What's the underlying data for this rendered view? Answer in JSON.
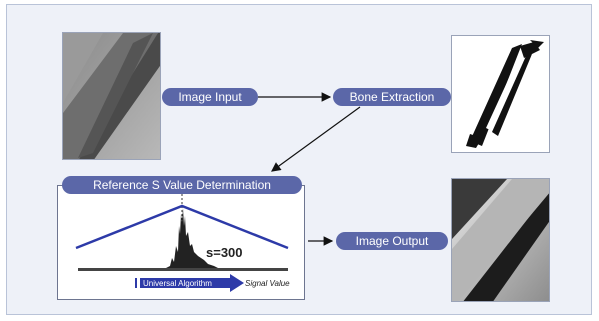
{
  "nodes": {
    "image_input": "Image Input",
    "bone_extraction": "Bone Extraction",
    "reference_s": "Reference S Value Determination",
    "image_output": "Image Output"
  },
  "histogram": {
    "s_label": "s=300",
    "algorithm_label": "Universal Algorithm",
    "signal_label": "Signal Value"
  },
  "colors": {
    "pill": "#5b67a8",
    "background": "#eef1f8",
    "curve": "#2d3aa8"
  }
}
